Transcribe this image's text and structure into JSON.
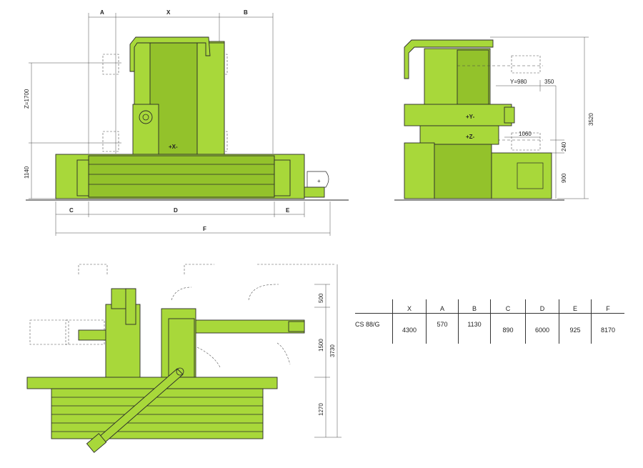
{
  "front_view": {
    "labels": {
      "A": "A",
      "X": "X",
      "B": "B",
      "C": "C",
      "D": "D",
      "E": "E",
      "F": "F",
      "z_travel": "Z=1700",
      "height": "1140",
      "x_axis": "+X-"
    }
  },
  "side_view": {
    "labels": {
      "y_travel": "Y=980",
      "offset_350": "350",
      "axis_y": "+Y-",
      "axis_z": "+Z-",
      "dim_1060": "1060",
      "dim_240": "240",
      "dim_900": "900",
      "total_height": "3520"
    }
  },
  "top_view": {
    "labels": {
      "dim_500": "500",
      "dim_1500": "1500",
      "dim_1270": "1270",
      "total_depth": "3730"
    }
  },
  "spec_table": {
    "headers": [
      "X",
      "A",
      "B",
      "C",
      "D",
      "E",
      "F"
    ],
    "rows": [
      {
        "model": "CS 88/G",
        "values": [
          "4300",
          "570",
          "1130",
          "890",
          "6000",
          "925",
          "8170"
        ]
      }
    ]
  },
  "colors": {
    "machine": "#a8d83a",
    "line": "#2a2a2a",
    "background": "#ffffff"
  }
}
